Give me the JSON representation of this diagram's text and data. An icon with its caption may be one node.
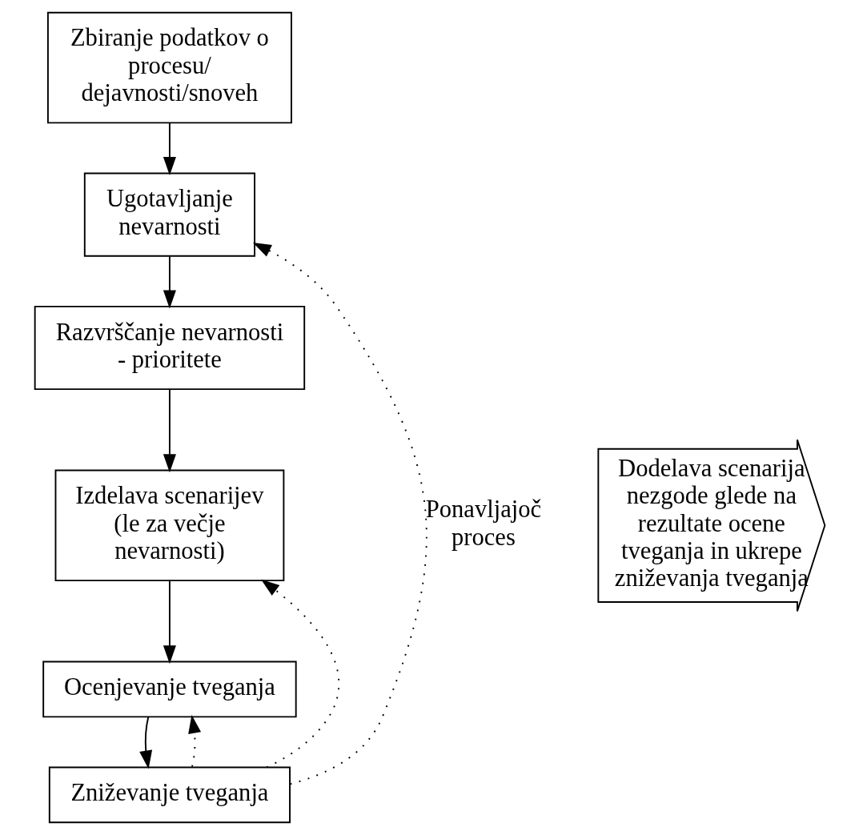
{
  "diagram": {
    "nodes": [
      {
        "text": [
          "Zbiranje podatkov o procesu/ dejavnosti/snoveh"
        ]
      },
      {
        "text": [
          "Ugotavljanje nevarnosti"
        ]
      },
      {
        "text": [
          "Razvrščanje nevarnosti - prioritete"
        ]
      },
      {
        "text": [
          "Izdelava scenarijev (le za večje nevarnosti)"
        ]
      },
      {
        "text": [
          "Ocenjevanje tveganja"
        ]
      },
      {
        "text": [
          "Zniževanje tveganja"
        ]
      },
      {
        "text": [
          "Dodelava scenarija nezgode glede na rezultate ocene tveganja in ukrepe zniževanja tveganja"
        ]
      }
    ],
    "edges": [
      {
        "from": 0,
        "to": 1,
        "arrow": "to"
      },
      {
        "from": 1,
        "to": 2,
        "arrow": "to"
      },
      {
        "from": 2,
        "to": 3,
        "arrow": "to"
      },
      {
        "from": 3,
        "to": 4,
        "arrow": "to"
      },
      {
        "from": 4,
        "to": 5,
        "arrow": "to"
      },
      {
        "from": 5,
        "to": 1,
        "arrow": "to",
        "style": "dashed",
        "label": "Ponavljajoč proces"
      },
      {
        "from": 5,
        "to": 4,
        "arrow": "to",
        "style": "dashed"
      },
      {
        "from": 5,
        "to": 3,
        "arrow": "to",
        "style": "dashed"
      }
    ]
  }
}
